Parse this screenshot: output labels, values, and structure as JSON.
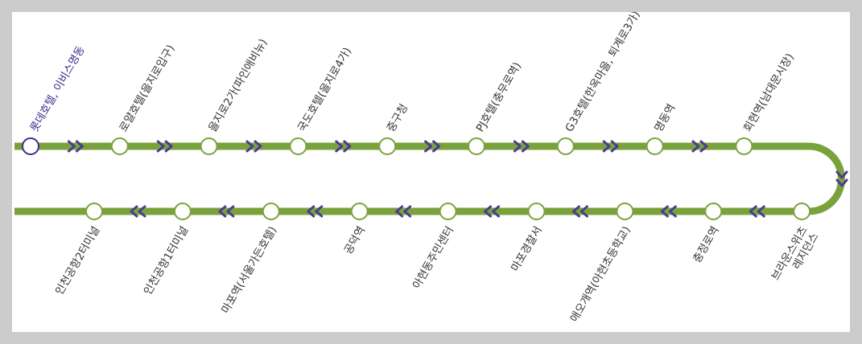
{
  "colors": {
    "line": "#7aa23c",
    "arrow": "#4a3c8f",
    "current_stop": "#3a2d8c",
    "label": "#333333",
    "stop_fill": "#ffffff"
  },
  "route_diagram": {
    "current_stop_index": 0,
    "top_direction_icon": "chevron-double-right-icon",
    "bottom_direction_icon": "chevron-double-left-icon",
    "turn_icon": "chevron-double-down-icon",
    "top_stops": [
      {
        "label": "롯데호텔, 이비스명동",
        "current": true
      },
      {
        "label": "로얄호텔(을지로입구)"
      },
      {
        "label": "을지로2가(파인애비뉴)"
      },
      {
        "label": "국도호텔(을지로4가)"
      },
      {
        "label": "중구청"
      },
      {
        "label": "PJ호텔(충무로역)"
      },
      {
        "label": "G3호텔(한옥마을, 퇴계로3가)"
      },
      {
        "label": "명동역"
      },
      {
        "label": "회현역(남대문시장)"
      }
    ],
    "bottom_stops": [
      {
        "label": "인천공항2터미널"
      },
      {
        "label": "인천공항1터미널"
      },
      {
        "label": "마포역(서울가든호텔)"
      },
      {
        "label": "공덕역"
      },
      {
        "label": "아현동주민센터"
      },
      {
        "label": "마포경찰서"
      },
      {
        "label": "애오개역(아현초등학교)"
      },
      {
        "label": "충정로역"
      },
      {
        "label": "브라운스위츠",
        "label2": "레지던스"
      }
    ]
  }
}
